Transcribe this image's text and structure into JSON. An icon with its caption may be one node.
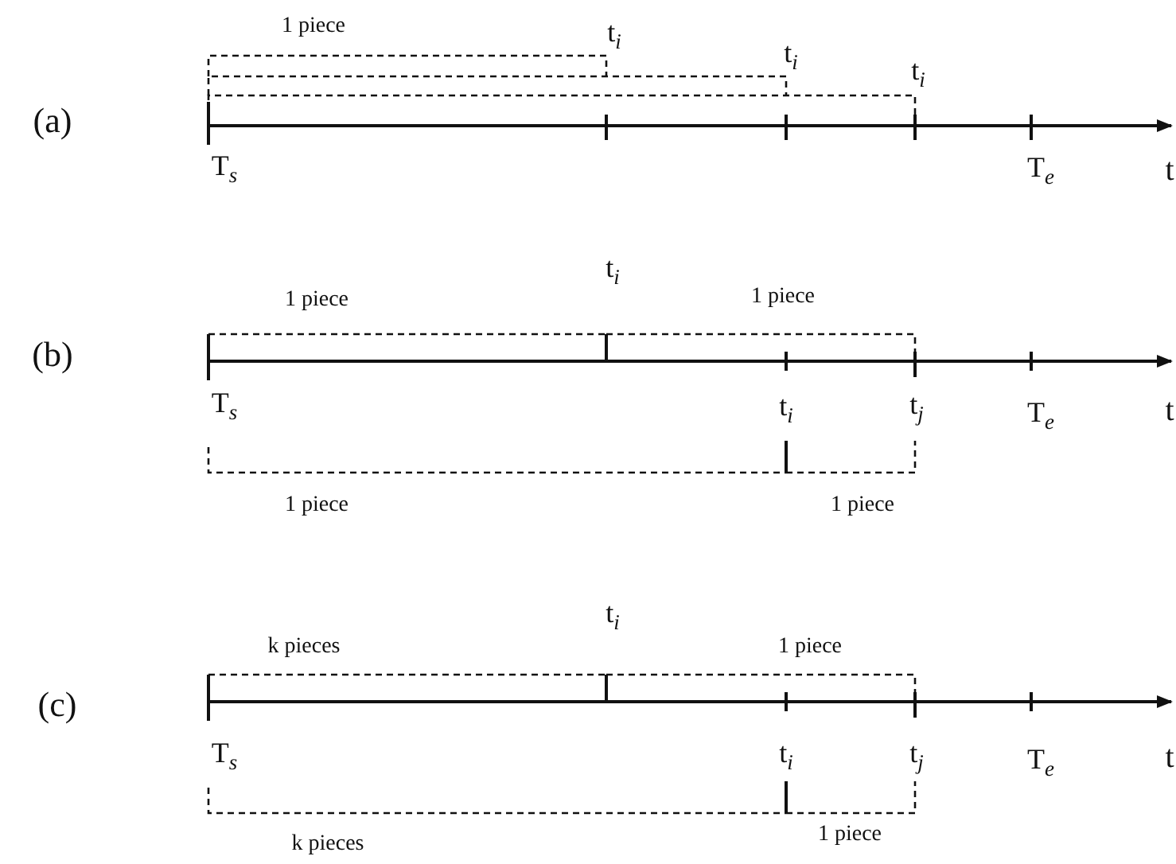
{
  "diagram": {
    "labels": [
      "1 piece",
      "t$_{i}$",
      "t$_{i}$",
      "t$_{i}$",
      "(a)",
      "T$_{s}$",
      "T$_{e}$",
      "t",
      "t$_{i}$",
      "1 piece",
      "1 piece",
      "(b)",
      "T$_{s}$",
      "t$_{i}$",
      "t$_{j}$",
      "T$_{e}$",
      "t",
      "1 piece",
      "1 piece",
      "t$_{i}$",
      "k pieces",
      "1 piece",
      "(c)",
      "T$_{s}$",
      "t$_{i}$",
      "t$_{j}$",
      "T$_{e}$",
      "t",
      "k pieces",
      "1 piece"
    ]
  }
}
